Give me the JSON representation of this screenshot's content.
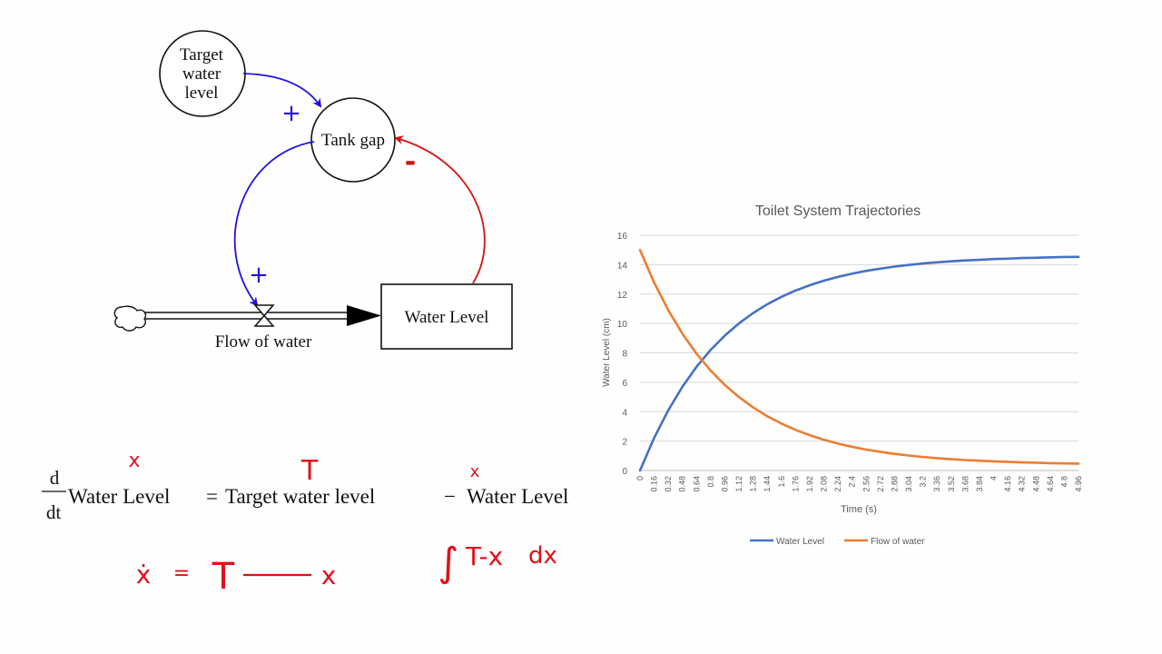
{
  "diagram": {
    "nodes": {
      "target_line1": "Target",
      "target_line2": "water",
      "target_line3": "level",
      "tank_gap": "Tank gap",
      "water_level": "Water Level",
      "flow_label": "Flow of water"
    },
    "polarity": {
      "target_to_gap": "+",
      "gap_to_flow": "+",
      "level_to_gap": "-"
    }
  },
  "equation": {
    "d": "d",
    "dt": "dt",
    "lhs": "Water Level",
    "equals": "=",
    "term1": "Target water level",
    "minus": "−",
    "term2": "Water Level"
  },
  "handwriting": {
    "x_above_lhs": "x",
    "t_above_target": "T",
    "x_above_rhs": "x",
    "xdot": "ẋ",
    "eq": "=",
    "T": "T",
    "x": "x",
    "integral": "∫",
    "integrand": "T-x",
    "dx": "dx"
  },
  "colors": {
    "positive_link": "#1f10e0",
    "negative_link": "#d61010",
    "handwriting": "#e0101a",
    "series_water_level": "#4472c4",
    "series_flow": "#ed7d31"
  },
  "chart_data": {
    "type": "line",
    "title": "Toilet System Trajectories",
    "xlabel": "Time (s)",
    "ylabel": "Water Level (cm)",
    "xlim": [
      0,
      4.96
    ],
    "ylim": [
      0,
      16
    ],
    "yticks": [
      0,
      2,
      4,
      6,
      8,
      10,
      12,
      14,
      16
    ],
    "xticks": [
      "0",
      "0.16",
      "0.32",
      "0.48",
      "0.64",
      "0.8",
      "0.96",
      "1.12",
      "1.28",
      "1.44",
      "1.6",
      "1.76",
      "1.92",
      "2.08",
      "2.24",
      "2.4",
      "2.56",
      "2.72",
      "2.88",
      "3.04",
      "3.2",
      "3.36",
      "3.52",
      "3.68",
      "3.84",
      "4",
      "4.16",
      "4.32",
      "4.48",
      "4.64",
      "4.8",
      "4.96"
    ],
    "grid": true,
    "legend_position": "bottom",
    "x": [
      0,
      0.16,
      0.32,
      0.48,
      0.64,
      0.8,
      0.96,
      1.12,
      1.28,
      1.44,
      1.6,
      1.76,
      1.92,
      2.08,
      2.24,
      2.4,
      2.56,
      2.72,
      2.88,
      3.04,
      3.2,
      3.36,
      3.52,
      3.68,
      3.84,
      4,
      4.16,
      4.32,
      4.48,
      4.64,
      4.8,
      4.96
    ],
    "series": [
      {
        "name": "Water Level",
        "color": "#4472c4",
        "values": [
          0,
          2.22,
          4.1,
          5.7,
          7.06,
          8.21,
          9.18,
          10.01,
          10.71,
          11.31,
          11.81,
          12.24,
          12.6,
          12.91,
          13.17,
          13.39,
          13.58,
          13.73,
          13.87,
          13.98,
          14.08,
          14.16,
          14.23,
          14.29,
          14.33,
          14.38,
          14.41,
          14.45,
          14.47,
          14.5,
          14.52,
          14.53
        ]
      },
      {
        "name": "Flow of water",
        "color": "#ed7d31",
        "values": [
          15,
          12.78,
          10.9,
          9.3,
          7.94,
          6.79,
          5.82,
          4.99,
          4.29,
          3.69,
          3.19,
          2.76,
          2.4,
          2.09,
          1.83,
          1.61,
          1.42,
          1.27,
          1.13,
          1.02,
          0.92,
          0.84,
          0.77,
          0.71,
          0.67,
          0.62,
          0.59,
          0.55,
          0.53,
          0.5,
          0.48,
          0.47
        ]
      }
    ]
  }
}
